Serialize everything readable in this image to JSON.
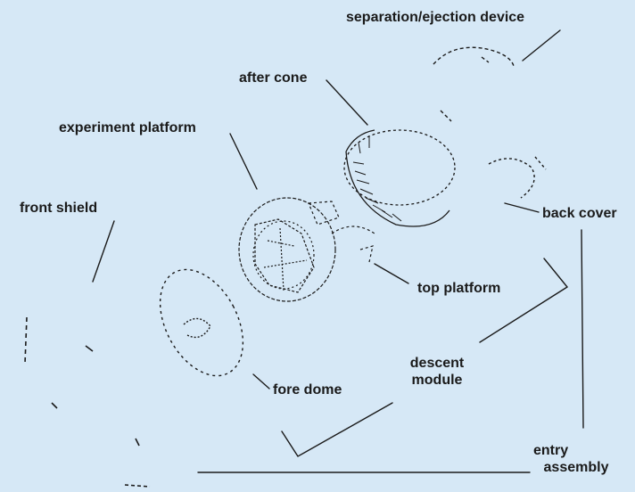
{
  "labels": {
    "separation_device": "separation/ejection device",
    "after_cone": "after cone",
    "experiment_platform": "experiment platform",
    "front_shield": "front shield",
    "back_cover": "back cover",
    "top_platform": "top platform",
    "descent_module_1": "descent",
    "descent_module_2": "module",
    "fore_dome": "fore dome",
    "entry_assembly_1": "entry",
    "entry_assembly_2": "assembly"
  },
  "colors": {
    "background": "#d6e8f6",
    "ink": "#1a1a1a"
  }
}
